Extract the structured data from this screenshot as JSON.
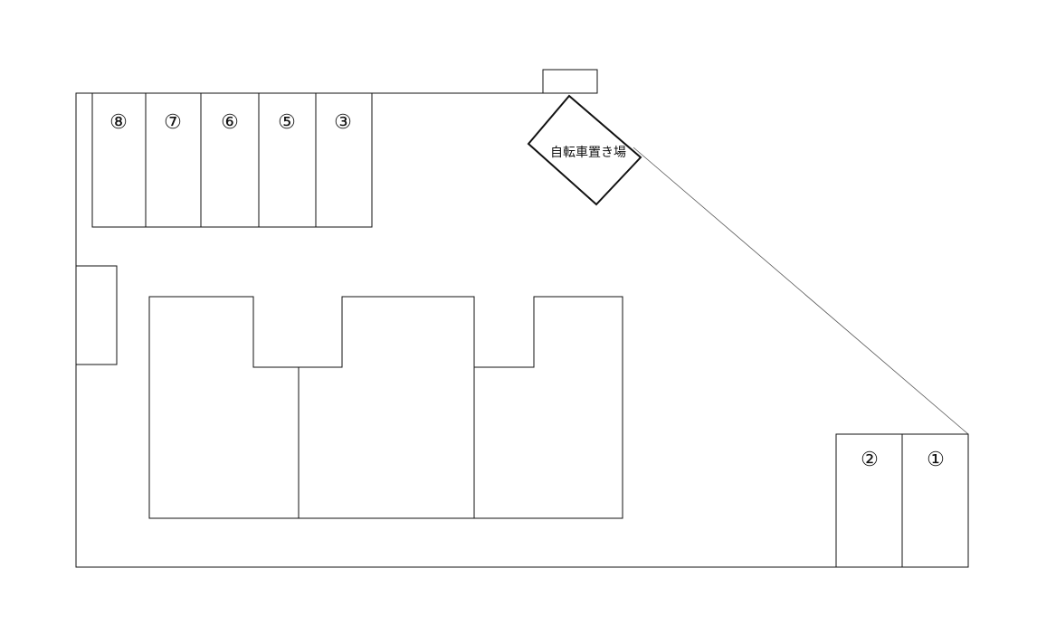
{
  "parking_spaces_top": [
    {
      "id": "space-8",
      "label": "⑧"
    },
    {
      "id": "space-7",
      "label": "⑦"
    },
    {
      "id": "space-6",
      "label": "⑥"
    },
    {
      "id": "space-5",
      "label": "⑤"
    },
    {
      "id": "space-3",
      "label": "③"
    }
  ],
  "parking_spaces_bottom_right": [
    {
      "id": "space-2",
      "label": "②"
    },
    {
      "id": "space-1",
      "label": "①"
    }
  ],
  "bicycle_parking": {
    "label": "自転車置き場"
  }
}
